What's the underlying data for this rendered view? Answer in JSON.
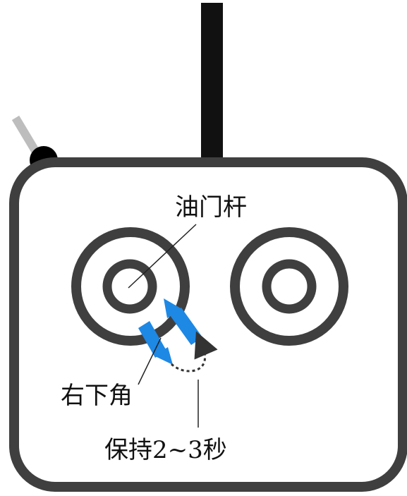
{
  "labels": {
    "throttle_stick": "油门杆",
    "bottom_right": "右下角",
    "hold_time": "保持2~3秒"
  },
  "colors": {
    "body_stroke": "#3f3f3f",
    "antenna": "#111111",
    "strap_arm": "#bdbdbd",
    "strap_knob": "#000000",
    "arrow": "#1e88e5",
    "leader_line": "#222222",
    "dotted_arrow": "#333333"
  }
}
